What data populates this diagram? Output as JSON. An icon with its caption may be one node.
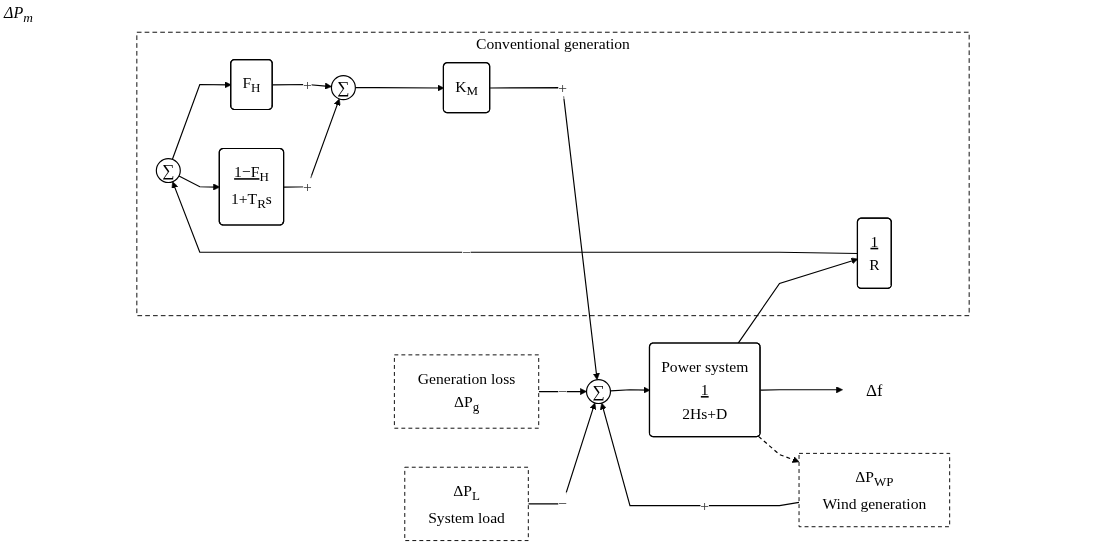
{
  "diagram": {
    "nodes": [
      {
        "text": [
          "Conventional generation"
        ]
      },
      {
        "text": [
          "∑"
        ],
        "in": 0
      },
      {
        "text": [
          "F$_{H}$"
        ],
        "in": 0
      },
      {
        "text": [
          "∑"
        ],
        "in": 0
      },
      {
        "text": [
          "K$_{M}$"
        ],
        "in": 0
      },
      {
        "text": [
          "1−F$_{H}$",
          "1+T$_{R}$s"
        ],
        "in": 0
      },
      {
        "text": [
          "1",
          "R"
        ],
        "in": 0
      },
      {
        "text": [
          "Generation loss",
          "ΔP$_{g}$"
        ]
      },
      {
        "text": [
          "∑"
        ]
      },
      {
        "text": [
          "ΔP$_{L}$",
          "System load"
        ]
      },
      {
        "text": [
          "Power system",
          "1",
          "2Hs+D"
        ]
      },
      {
        "text": [
          "ΔP$_{WP}$",
          "Wind generation"
        ]
      },
      {
        "text": [
          "Δf"
        ]
      }
    ],
    "edges": [
      {
        "from": 1,
        "to": 2,
        "arrow": "to"
      },
      {
        "from": 1,
        "to": 5,
        "arrow": "to"
      },
      {
        "from": 2,
        "to": 3,
        "arrow": "to",
        "label": "+"
      },
      {
        "from": 5,
        "to": 3,
        "arrow": "to",
        "label": "+"
      },
      {
        "from": 3,
        "to": 4,
        "arrow": "to"
      },
      {
        "from": 4,
        "to": 8,
        "arrow": "to",
        "label": "+"
      },
      {
        "from": 7,
        "to": 8,
        "arrow": "to",
        "label": "−"
      },
      {
        "from": 9,
        "to": 8,
        "arrow": "to",
        "label": "−"
      },
      {
        "from": 11,
        "to": 8,
        "arrow": "to",
        "label": "+"
      },
      {
        "from": 8,
        "to": 10,
        "arrow": "to"
      },
      {
        "from": 10,
        "to": 12,
        "arrow": "to"
      },
      {
        "from": 10,
        "to": 11,
        "arrow": "to",
        "style": "dashed"
      },
      {
        "from": 10,
        "to": 6,
        "arrow": "to"
      },
      {
        "from": 6,
        "to": 1,
        "arrow": "to",
        "label": "−"
      }
    ],
    "labels": [
      "ΔP$_{m}$"
    ]
  }
}
